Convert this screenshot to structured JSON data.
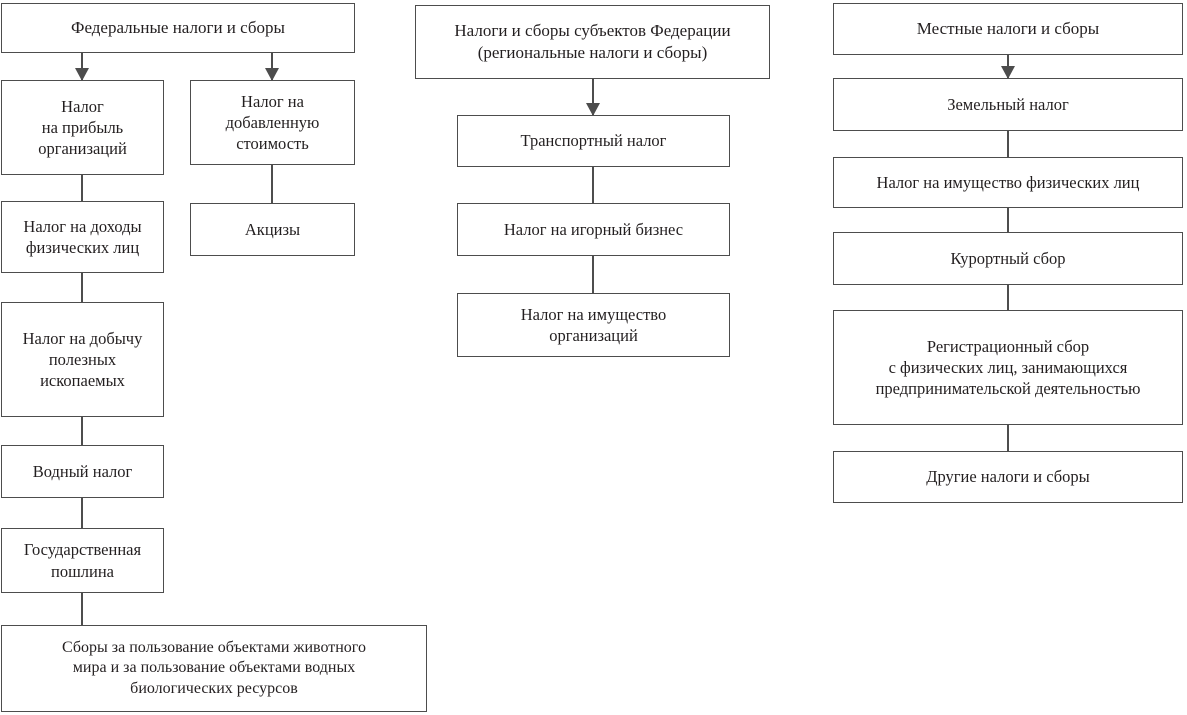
{
  "diagram": {
    "title_semantic": "Классификация налогов и сборов в Российской Федерации",
    "border_color": "#4d4d4d",
    "text_color": "#231f20",
    "background_color": "#ffffff",
    "columns": [
      {
        "id": "federal",
        "header": "Федеральные налоги и сборы",
        "branches": [
          {
            "id": "federal-left",
            "nodes": [
              "Налог\nна прибыль\nорганизаций",
              "Налог на доходы\nфизических лиц",
              "Налог на добычу\nполезных\nископаемых",
              "Водный налог",
              "Государственная\nпошлина",
              "Сборы за пользование объектами животного\nмира и за пользование объектами водных\nбиологических ресурсов"
            ]
          },
          {
            "id": "federal-right",
            "nodes": [
              "Налог на\nдобавленную\nстоимость",
              "Акцизы"
            ]
          }
        ]
      },
      {
        "id": "regional",
        "header": "Налоги и сборы субъектов Федерации\n(региональные налоги и сборы)",
        "branches": [
          {
            "id": "regional-main",
            "nodes": [
              "Транспортный налог",
              "Налог на игорный бизнес",
              "Налог на имущество\nорганизаций"
            ]
          }
        ]
      },
      {
        "id": "local",
        "header": "Местные налоги и сборы",
        "branches": [
          {
            "id": "local-main",
            "nodes": [
              "Земельный налог",
              "Налог на имущество физических лиц",
              "Курортный сбор",
              "Регистрационный сбор\nс физических лиц, занимающихся\nпредпринимательской деятельностью",
              "Другие налоги и сборы"
            ]
          }
        ]
      }
    ]
  },
  "nodes": {
    "federal_header": "Федеральные налоги и сборы",
    "federal_profit": "Налог\nна прибыль\nорганизаций",
    "federal_income": "Налог на доходы\nфизических лиц",
    "federal_mining": "Налог на добычу\nполезных\nископаемых",
    "federal_water": "Водный налог",
    "federal_duty": "Государственная\nпошлина",
    "federal_fauna": "Сборы за пользование объектами животного\nмира и за пользование объектами водных\nбиологических ресурсов",
    "federal_vat": "Налог на\nдобавленную\nстоимость",
    "federal_excise": "Акцизы",
    "regional_header": "Налоги и сборы субъектов Федерации\n(региональные налоги и сборы)",
    "regional_transport": "Транспортный налог",
    "regional_gambling": "Налог на игорный бизнес",
    "regional_property": "Налог на имущество\nорганизаций",
    "local_header": "Местные налоги и сборы",
    "local_land": "Земельный налог",
    "local_property": "Налог на имущество физических лиц",
    "local_resort": "Курортный сбор",
    "local_registration": "Регистрационный сбор\nс физических лиц, занимающихся\nпредпринимательской деятельностью",
    "local_other": "Другие налоги и сборы"
  }
}
